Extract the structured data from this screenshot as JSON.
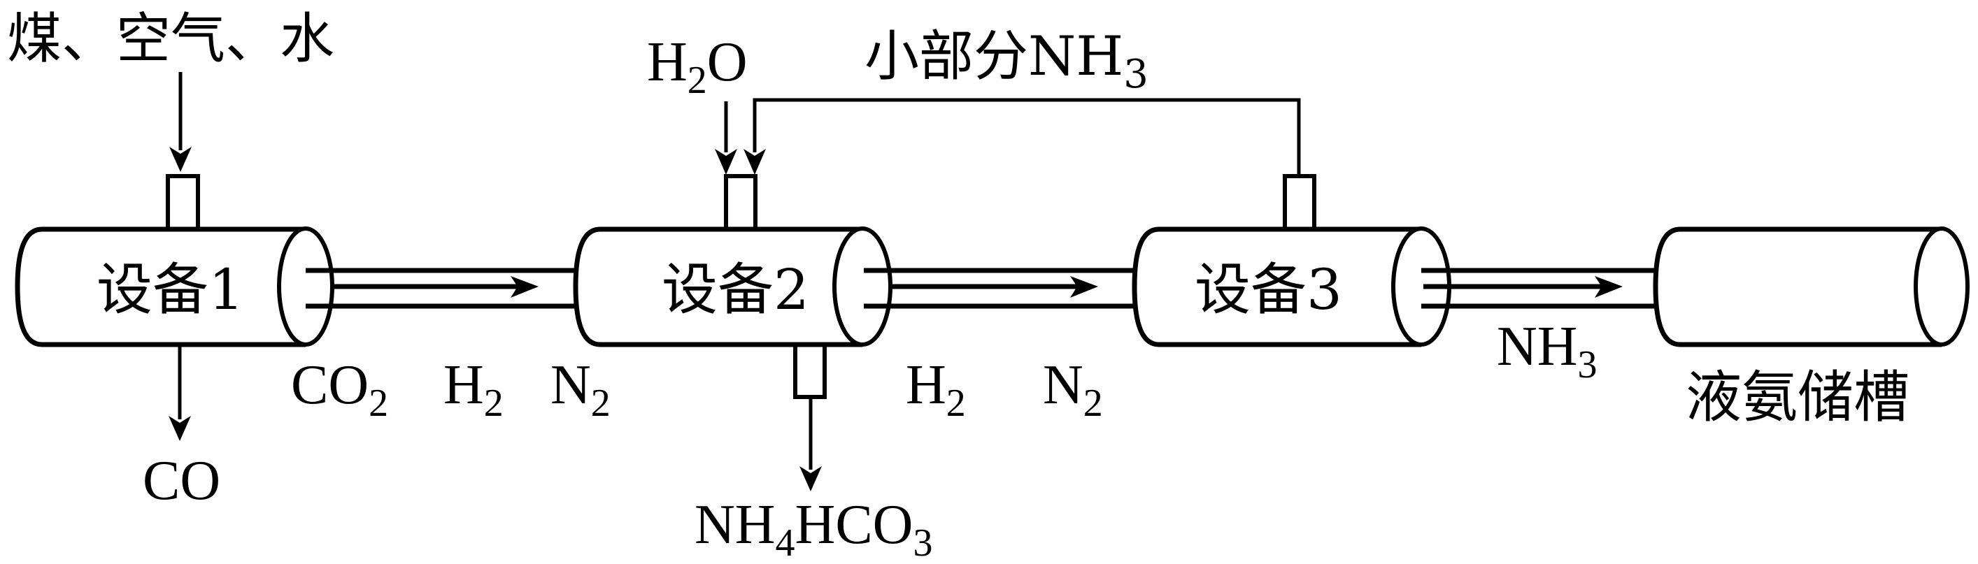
{
  "diagram": {
    "type": "process-flow",
    "colors": {
      "stroke": "#000000",
      "background": "#ffffff"
    },
    "inputs": {
      "feed_label": "煤、空气、水",
      "water_label": {
        "main": "H",
        "sub": "2",
        "tail": "O"
      },
      "recycle_label": {
        "prefix": "小部分NH",
        "sub": "3"
      }
    },
    "units": [
      {
        "id": "unit1",
        "label": "设备1"
      },
      {
        "id": "unit2",
        "label": "设备2"
      },
      {
        "id": "unit3",
        "label": "设备3"
      },
      {
        "id": "tank",
        "label": "液氨储槽"
      }
    ],
    "streams": {
      "unit1_out_bottom": "CO",
      "unit1_to_unit2": [
        {
          "main": "CO",
          "sub": "2"
        },
        {
          "main": "H",
          "sub": "2"
        },
        {
          "main": "N",
          "sub": "2"
        }
      ],
      "unit2_out_bottom": {
        "p1": "NH",
        "s1": "4",
        "p2": "HCO",
        "s2": "3"
      },
      "unit2_to_unit3": [
        {
          "main": "H",
          "sub": "2"
        },
        {
          "main": "N",
          "sub": "2"
        }
      ],
      "unit3_to_tank": {
        "main": "NH",
        "sub": "3"
      }
    },
    "edges": [
      {
        "from": "feed",
        "to": "unit1"
      },
      {
        "from": "unit1",
        "to": "CO"
      },
      {
        "from": "unit1",
        "to": "unit2"
      },
      {
        "from": "water",
        "to": "unit2"
      },
      {
        "from": "unit3",
        "to": "unit2",
        "note": "recycle"
      },
      {
        "from": "unit2",
        "to": "NH4HCO3"
      },
      {
        "from": "unit2",
        "to": "unit3"
      },
      {
        "from": "unit3",
        "to": "tank"
      }
    ]
  }
}
